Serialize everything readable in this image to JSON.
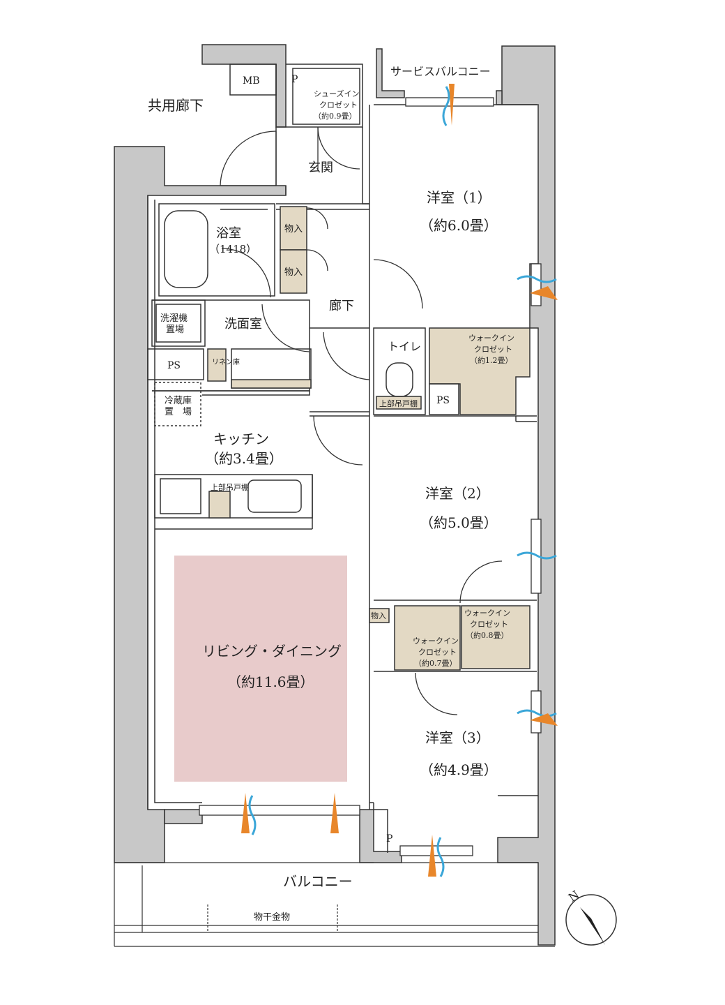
{
  "colors": {
    "wall": "#c8c8c8",
    "wall_stroke": "#333333",
    "storage": "#e3d9c4",
    "living_highlight": "#e8cbcb",
    "wind_blue": "#3aa6d8",
    "wind_orange": "#e8862a"
  },
  "labels": {
    "corridor": "共用廊下",
    "mb": "MB",
    "p1": "P",
    "shoe_closet_1": "シューズイン",
    "shoe_closet_2": "クロゼット",
    "shoe_closet_3": "（約0.9畳）",
    "service_balcony": "サービスバルコニー",
    "entrance": "玄関",
    "bath_1": "浴室",
    "bath_2": "（1418）",
    "storage_a": "物入",
    "storage_b": "物入",
    "hall": "廊下",
    "room1_1": "洋室（1）",
    "room1_2": "（約6.0畳）",
    "washer_1": "洗濯機",
    "washer_2": "置場",
    "washroom": "洗面室",
    "toilet": "トイレ",
    "wic1_1": "ウォークイン",
    "wic1_2": "クロゼット",
    "wic1_3": "（約1.2畳）",
    "ps_left": "PS",
    "linen": "リネン庫",
    "upper_shelf_toilet": "上部吊戸棚",
    "ps_right": "PS",
    "fridge_1": "冷蔵庫",
    "fridge_2": "置　場",
    "kitchen_1": "キッチン",
    "kitchen_2": "（約3.4畳）",
    "upper_shelf_kitchen": "上部吊戸棚",
    "room2_1": "洋室（2）",
    "room2_2": "（約5.0畳）",
    "storage_c": "物入",
    "wic3_1": "ウォークイン",
    "wic3_2": "クロゼット",
    "wic3_3": "（約0.8畳）",
    "wic2_1": "ウォークイン",
    "wic2_2": "クロゼット",
    "wic2_3": "（約0.7畳）",
    "living_1": "リビング・ダイニング",
    "living_2": "（約11.6畳）",
    "room3_1": "洋室（3）",
    "room3_2": "（約4.9畳）",
    "p2": "P",
    "balcony": "バルコニー",
    "drying_hardware": "物干金物",
    "north": "N"
  }
}
